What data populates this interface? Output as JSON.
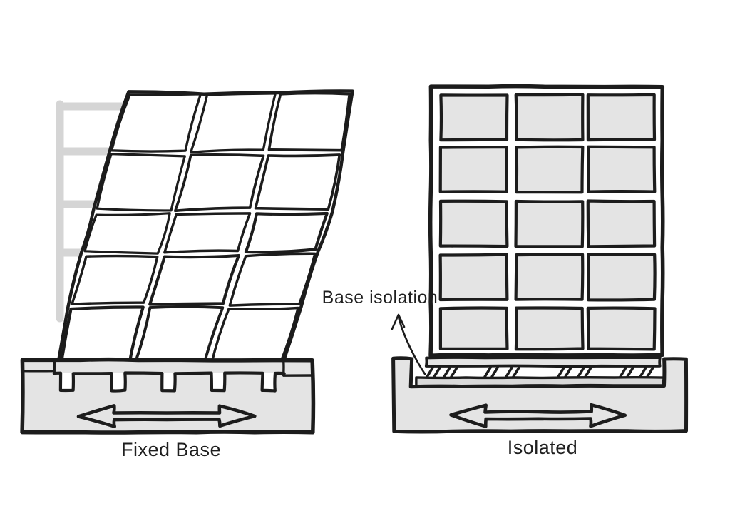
{
  "colors": {
    "background": "#ffffff",
    "ink": "#1c1c1c",
    "concrete": "#e4e4e4",
    "slab": "#d9d9d9",
    "ghost": "#d5d5d5",
    "window": "#e4e4e4",
    "text": "#1f1f1f"
  },
  "left_figure": {
    "label": "Fixed Base",
    "building": {
      "rows": 5,
      "cols": 3
    },
    "ghost_icon": "undeformed-outline-ghost-icon",
    "shake_arrow_icon": "horizontal-double-arrow-icon",
    "foundation_teeth": 5
  },
  "right_figure": {
    "label": "Isolated",
    "annotation_label": "Base isolation",
    "annotation_icon": "annotation-pointer-arrow-icon",
    "building": {
      "rows": 5,
      "cols": 3
    },
    "shake_arrow_icon": "horizontal-double-arrow-icon",
    "isolator_hatch_marks": 8
  }
}
